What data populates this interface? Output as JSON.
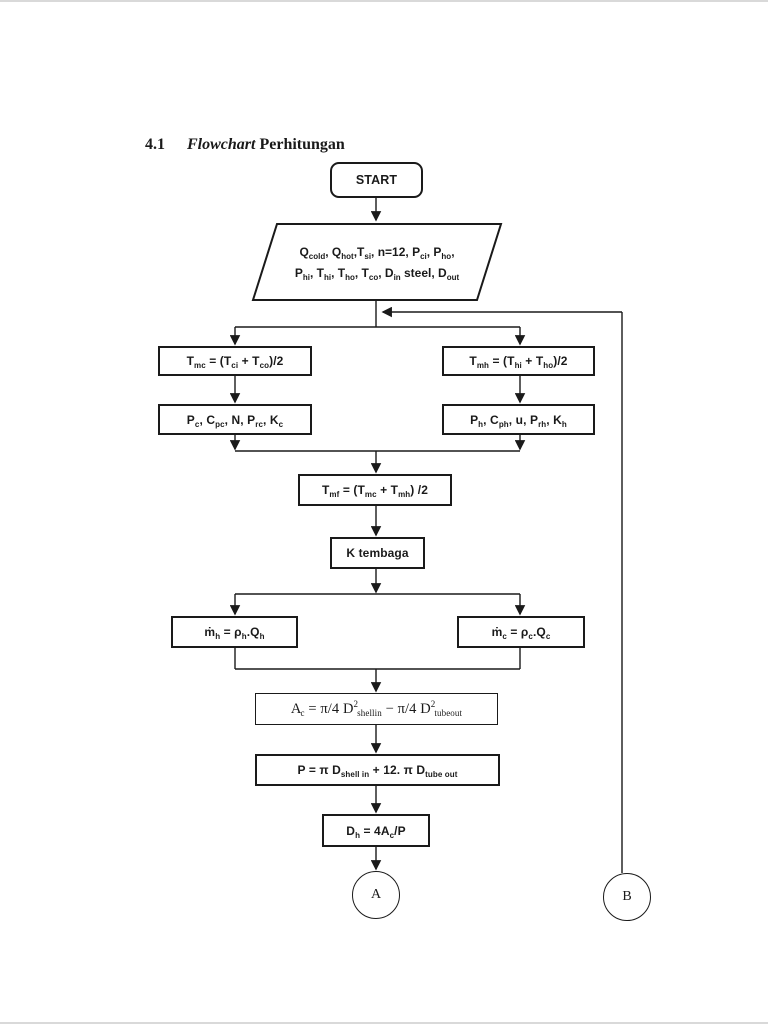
{
  "page": {
    "section_number": "4.1",
    "title_italic": "Flowchart",
    "title_rest": "Perhitungan"
  },
  "flowchart": {
    "start_label": "START",
    "input": {
      "line1": "Q~cold~, Q~hot~,T~si~, n=12, P~ci~, P~ho~,",
      "line2": "P~hi~, T~hi~, T~ho~, T~co~, D~in~ steel, D~out~"
    },
    "boxes": {
      "tmc": "T~mc~ = (T~ci~ + T~co~)/2",
      "tmh": "T~mh~ = (T~hi~ + T~ho~)/2",
      "props_cold": "P~c~, C~pc~, N, P~rc~, K~c~",
      "props_hot": "P~h~, C~ph~, u, P~rh~, K~h~",
      "tmf": "T~mf~ = (T~mc~ + T~mh~) /2",
      "k_tembaga": "K tembaga",
      "mdot_hot": "ṁ~h~ = ρ~h~.Q~h~",
      "mdot_cold": "ṁ~c~ = ρ~c~.Q~c~",
      "area": "A~c~ = π/4 D^2^~shellin~ − π/4 D^2^~tubeout~",
      "perimeter": "P = π D~shell in~ + 12. π D~tube out~",
      "hydraulic_diameter": "D~h~ = 4A~c~/P"
    },
    "connectors": {
      "a_label": "A",
      "b_label": "B"
    }
  },
  "colors": {
    "line": "#1a1a1a",
    "background": "#ffffff"
  }
}
